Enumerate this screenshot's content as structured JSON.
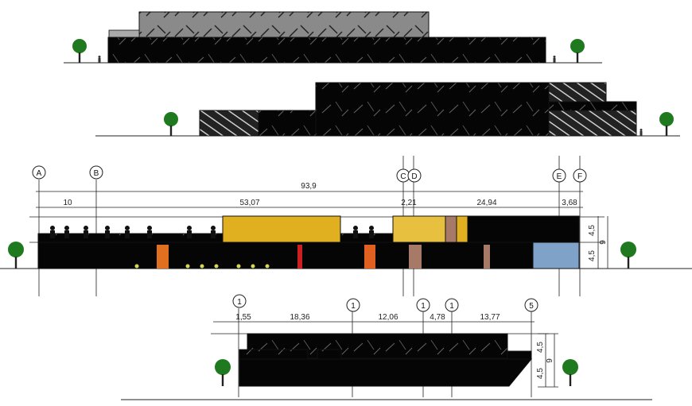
{
  "colors": {
    "wall": "#050505",
    "roof_grey": "#8a8a8a",
    "tree": "#1f7a1f",
    "gold": "#e0b020",
    "orange": "#e07020",
    "red": "#cc2020",
    "blue": "#7fa3c8",
    "brown": "#a67a66",
    "line": "#222222"
  },
  "icons": {
    "tree": "tree-icon",
    "person": "person-icon"
  },
  "elevation_c": {
    "grid_bubbles": [
      "A",
      "B",
      "C",
      "D",
      "E",
      "F"
    ],
    "overall_dimension": "93,9",
    "segment_dimensions": [
      "10",
      "53,07",
      "2,21",
      "24,94",
      "3,68"
    ],
    "vertical_dimensions": [
      "4,5",
      "4,5",
      "9"
    ]
  },
  "elevation_d": {
    "grid_bubbles": [
      "1",
      "1",
      "1",
      "1",
      "5"
    ],
    "segment_dimensions": [
      "1,55",
      "18,36",
      "12,06",
      "4,78",
      "13,77"
    ],
    "vertical_dimensions": [
      "4,5",
      "4,5",
      "9"
    ]
  }
}
